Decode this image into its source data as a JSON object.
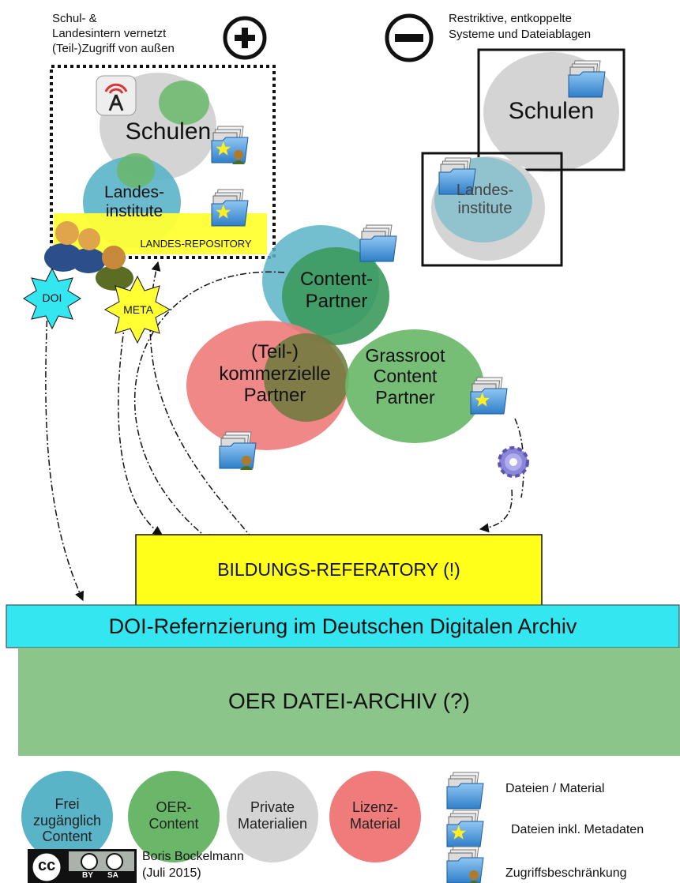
{
  "top_left_note": [
    "Schul- &",
    "Landesintern vernetzt",
    "(Teil-)Zugriff von außen"
  ],
  "top_right_note": [
    "Restriktive, entkoppelte",
    "Systeme und Dateiablagen"
  ],
  "plus_symbol": "+",
  "minus_symbol": "−",
  "left_cluster": {
    "schulen": "Schulen",
    "landesinstitute": [
      "Landes-",
      "institute"
    ],
    "repository": "LANDES-REPOSITORY"
  },
  "right_cluster": {
    "schulen": "Schulen",
    "landesinstitute": [
      "Landes-",
      "institute"
    ]
  },
  "badges": {
    "doi": "DOI",
    "meta": "META"
  },
  "partners": {
    "content": [
      "Content-",
      "Partner"
    ],
    "commercial": [
      "(Teil-)",
      "kommerzielle",
      "Partner"
    ],
    "grassroot": [
      "Grassroot",
      "Content",
      "Partner"
    ]
  },
  "referatory": "BILDUNGS-REFERATORY (!)",
  "doi_bar": "DOI-Refernzierung im Deutschen Digitalen Archiv",
  "archive": "OER DATEI-ARCHIV (?)",
  "legend_circles": [
    {
      "label": [
        "Frei",
        "zugänglich",
        "Content"
      ],
      "color": "#5ab4c8"
    },
    {
      "label": [
        "OER-",
        "Content"
      ],
      "color": "#6ab76a"
    },
    {
      "label": [
        "Private",
        "Materialien"
      ],
      "color": "#d4d4d4"
    },
    {
      "label": [
        "Lizenz-",
        "Material"
      ],
      "color": "#ef7b7b"
    }
  ],
  "legend_files": [
    "Dateien / Material",
    "Dateien inkl. Metadaten",
    "Zugriffsbeschränkung"
  ],
  "license": {
    "cc": "cc",
    "by": "BY",
    "sa": "SA",
    "author": "Boris Bockelmann",
    "date": "(Juli 2015)"
  }
}
